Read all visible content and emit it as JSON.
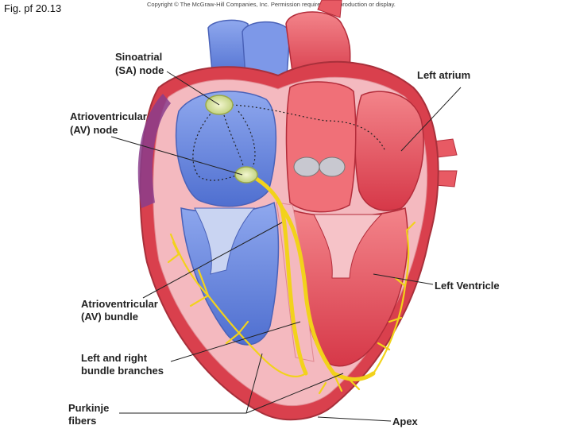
{
  "slide": {
    "title": "Fig. pf 20.13",
    "copyright": "Copyright © The McGraw-Hill Companies, Inc. Permission required for reproduction or display."
  },
  "labels": {
    "sa_node": [
      "Sinoatrial",
      "(SA) node"
    ],
    "av_node": [
      "Atrioventricular",
      "(AV) node"
    ],
    "av_bundle": [
      "Atrioventricular",
      "(AV) bundle"
    ],
    "bundle_branches": [
      "Left and right",
      "bundle branches"
    ],
    "purkinje": [
      "Purkinje",
      "fibers"
    ],
    "left_atrium": "Left atrium",
    "left_ventricle": "Left Ventricle",
    "apex": "Apex"
  },
  "colors": {
    "right_side_blue": "#6f8fe0",
    "left_side_red": "#e8505a",
    "myocardium_pink": "#f4b9bf",
    "outer_wall": "#d9404d",
    "conduction_yellow": "#f2d21b",
    "node_green": "#d8e7a0"
  }
}
